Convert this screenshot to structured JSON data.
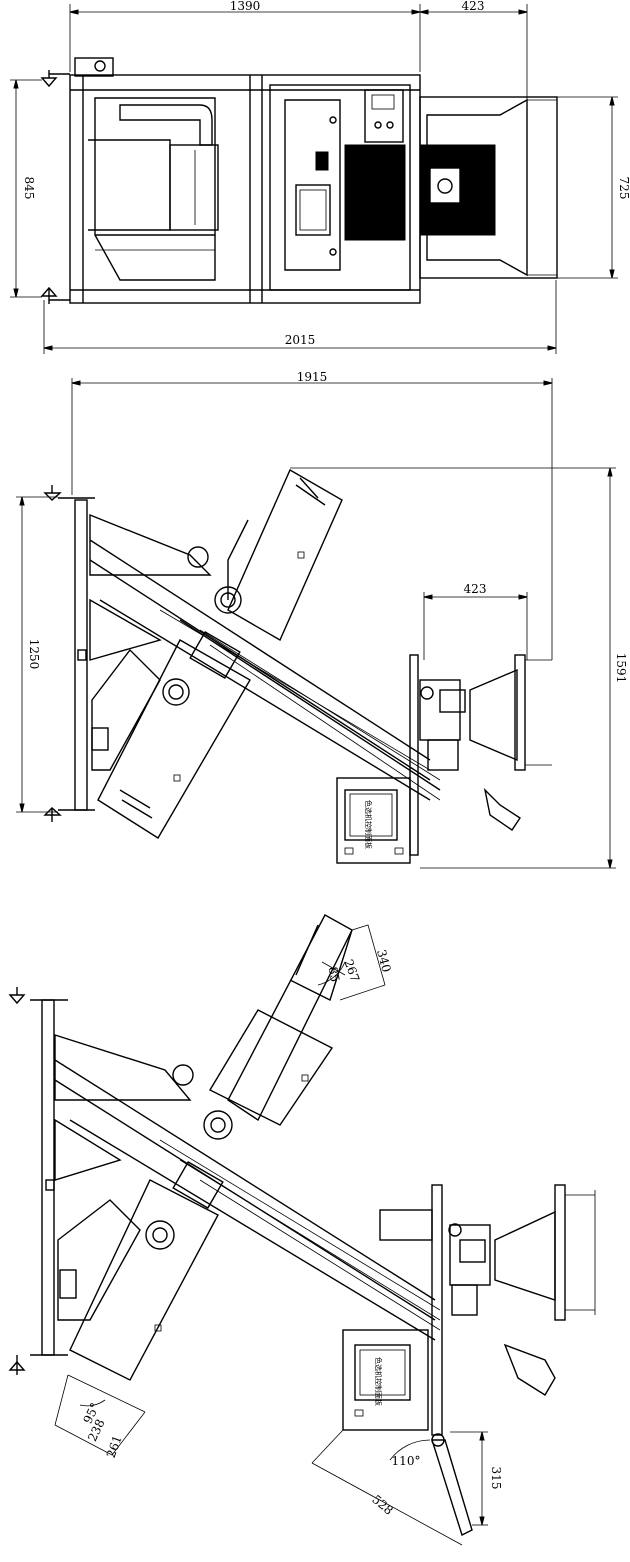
{
  "top_view": {
    "dim_width_left": "1390",
    "dim_width_right": "423",
    "dim_height_left": "845",
    "dim_height_right": "725",
    "dim_total_width": "2015"
  },
  "side_view": {
    "dim_total_width": "1915",
    "dim_height_left": "1250",
    "dim_height_right": "1591",
    "dim_inner_width": "423",
    "panel_label": "色选机控制面板"
  },
  "open_view": {
    "dim_hopper_angle": "85",
    "dim_hopper_inner": "267",
    "dim_hopper_outer": "340",
    "dim_door_angle": "95°",
    "dim_door_inner": "238",
    "dim_door_outer": "261",
    "dim_panel_angle": "110°",
    "dim_panel_height": "315",
    "dim_panel_length": "528",
    "panel_label": "色选机控制面板"
  }
}
